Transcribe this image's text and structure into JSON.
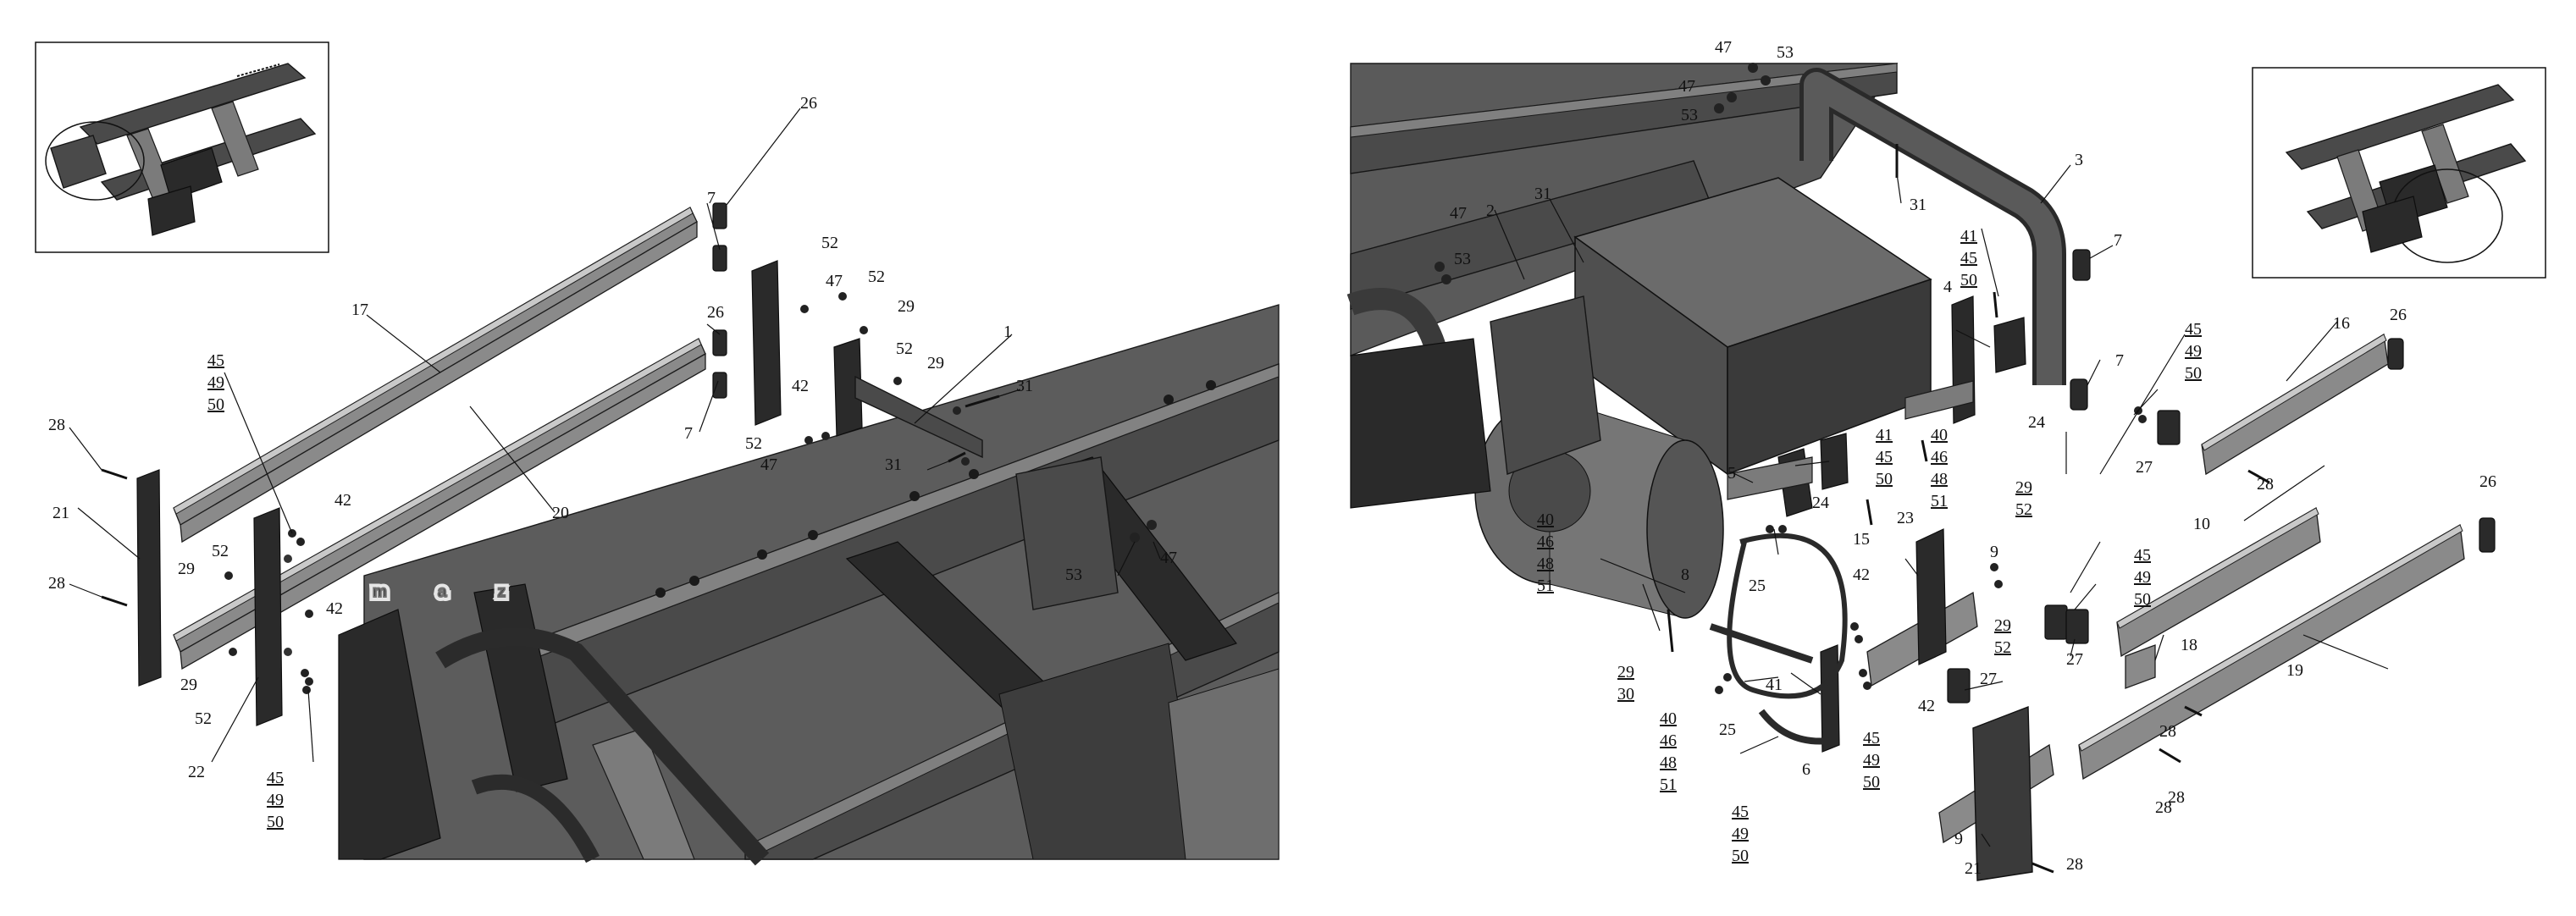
{
  "watermark": "maz",
  "left_labels": [
    {
      "id": "l26a",
      "text": "26"
    },
    {
      "id": "l7a",
      "text": "7"
    },
    {
      "id": "l17",
      "text": "17"
    },
    {
      "id": "l26b",
      "text": "26"
    },
    {
      "id": "l7b",
      "text": "7"
    },
    {
      "id": "l52a",
      "text": "52"
    },
    {
      "id": "l47a",
      "text": "47"
    },
    {
      "id": "l52b",
      "text": "52"
    },
    {
      "id": "l29a",
      "text": "29"
    },
    {
      "id": "l1",
      "text": "1"
    },
    {
      "id": "l52c",
      "text": "52"
    },
    {
      "id": "l29b",
      "text": "29"
    },
    {
      "id": "l42a",
      "text": "42"
    },
    {
      "id": "l31a",
      "text": "31"
    },
    {
      "id": "l31b",
      "text": "31"
    },
    {
      "id": "l52d",
      "text": "52"
    },
    {
      "id": "l47b",
      "text": "47"
    },
    {
      "id": "l20",
      "text": "20"
    },
    {
      "id": "l28a",
      "text": "28"
    },
    {
      "id": "l21a",
      "text": "21"
    },
    {
      "id": "l28b",
      "text": "28"
    },
    {
      "id": "l42b",
      "text": "42"
    },
    {
      "id": "l52e",
      "text": "52"
    },
    {
      "id": "l29c",
      "text": "29"
    },
    {
      "id": "l42c",
      "text": "42"
    },
    {
      "id": "l29d",
      "text": "29"
    },
    {
      "id": "l52f",
      "text": "52"
    },
    {
      "id": "l22",
      "text": "22"
    },
    {
      "id": "l53a",
      "text": "53"
    },
    {
      "id": "l47c",
      "text": "47"
    }
  ],
  "left_stacks": [
    {
      "id": "ls1",
      "lines": [
        "45",
        "49",
        "50"
      ]
    },
    {
      "id": "ls2",
      "lines": [
        "45",
        "49",
        "50"
      ]
    }
  ],
  "right_labels": [
    {
      "id": "r47a",
      "text": "47"
    },
    {
      "id": "r53a",
      "text": "53"
    },
    {
      "id": "r47b",
      "text": "47"
    },
    {
      "id": "r53b",
      "text": "53"
    },
    {
      "id": "r3",
      "text": "3"
    },
    {
      "id": "r31a",
      "text": "31"
    },
    {
      "id": "r47c",
      "text": "47"
    },
    {
      "id": "r53c",
      "text": "53"
    },
    {
      "id": "r2",
      "text": "2"
    },
    {
      "id": "r31b",
      "text": "31"
    },
    {
      "id": "r7a",
      "text": "7"
    },
    {
      "id": "r4",
      "text": "4"
    },
    {
      "id": "r24a",
      "text": "24"
    },
    {
      "id": "r7b",
      "text": "7"
    },
    {
      "id": "r16",
      "text": "16"
    },
    {
      "id": "r26a",
      "text": "26"
    },
    {
      "id": "r5",
      "text": "5"
    },
    {
      "id": "r24b",
      "text": "24"
    },
    {
      "id": "r27a",
      "text": "27"
    },
    {
      "id": "r28a",
      "text": "28"
    },
    {
      "id": "r15",
      "text": "15"
    },
    {
      "id": "r23",
      "text": "23"
    },
    {
      "id": "r9a",
      "text": "9"
    },
    {
      "id": "r26b",
      "text": "26"
    },
    {
      "id": "r10",
      "text": "10"
    },
    {
      "id": "r8",
      "text": "8"
    },
    {
      "id": "r25a",
      "text": "25"
    },
    {
      "id": "r42a",
      "text": "42"
    },
    {
      "id": "r18",
      "text": "18"
    },
    {
      "id": "r27b",
      "text": "27"
    },
    {
      "id": "r19",
      "text": "19"
    },
    {
      "id": "r41",
      "text": "41"
    },
    {
      "id": "r42b",
      "text": "42"
    },
    {
      "id": "r27c",
      "text": "27"
    },
    {
      "id": "r25b",
      "text": "25"
    },
    {
      "id": "r28b",
      "text": "28"
    },
    {
      "id": "r6",
      "text": "6"
    },
    {
      "id": "r28c",
      "text": "28"
    },
    {
      "id": "r28d",
      "text": "28"
    },
    {
      "id": "r9b",
      "text": "9"
    },
    {
      "id": "r21",
      "text": "21"
    },
    {
      "id": "r28e",
      "text": "28"
    }
  ],
  "right_stacks": [
    {
      "id": "rs1",
      "lines": [
        "41",
        "45",
        "50"
      ]
    },
    {
      "id": "rs2",
      "lines": [
        "41",
        "45",
        "50"
      ]
    },
    {
      "id": "rs3",
      "lines": [
        "40",
        "46",
        "48",
        "51"
      ]
    },
    {
      "id": "rs4",
      "lines": [
        "45",
        "49",
        "50"
      ]
    },
    {
      "id": "rs5",
      "lines": [
        "29",
        "52"
      ]
    },
    {
      "id": "rs6",
      "lines": [
        "45",
        "49",
        "50"
      ]
    },
    {
      "id": "rs7",
      "lines": [
        "40",
        "46",
        "48",
        "51"
      ]
    },
    {
      "id": "rs8",
      "lines": [
        "29",
        "30"
      ]
    },
    {
      "id": "rs9",
      "lines": [
        "40",
        "46",
        "48",
        "51"
      ]
    },
    {
      "id": "rs10",
      "lines": [
        "45",
        "49",
        "50"
      ]
    },
    {
      "id": "rs11",
      "lines": [
        "45",
        "49",
        "50"
      ]
    },
    {
      "id": "rs12",
      "lines": [
        "29",
        "52"
      ]
    }
  ]
}
